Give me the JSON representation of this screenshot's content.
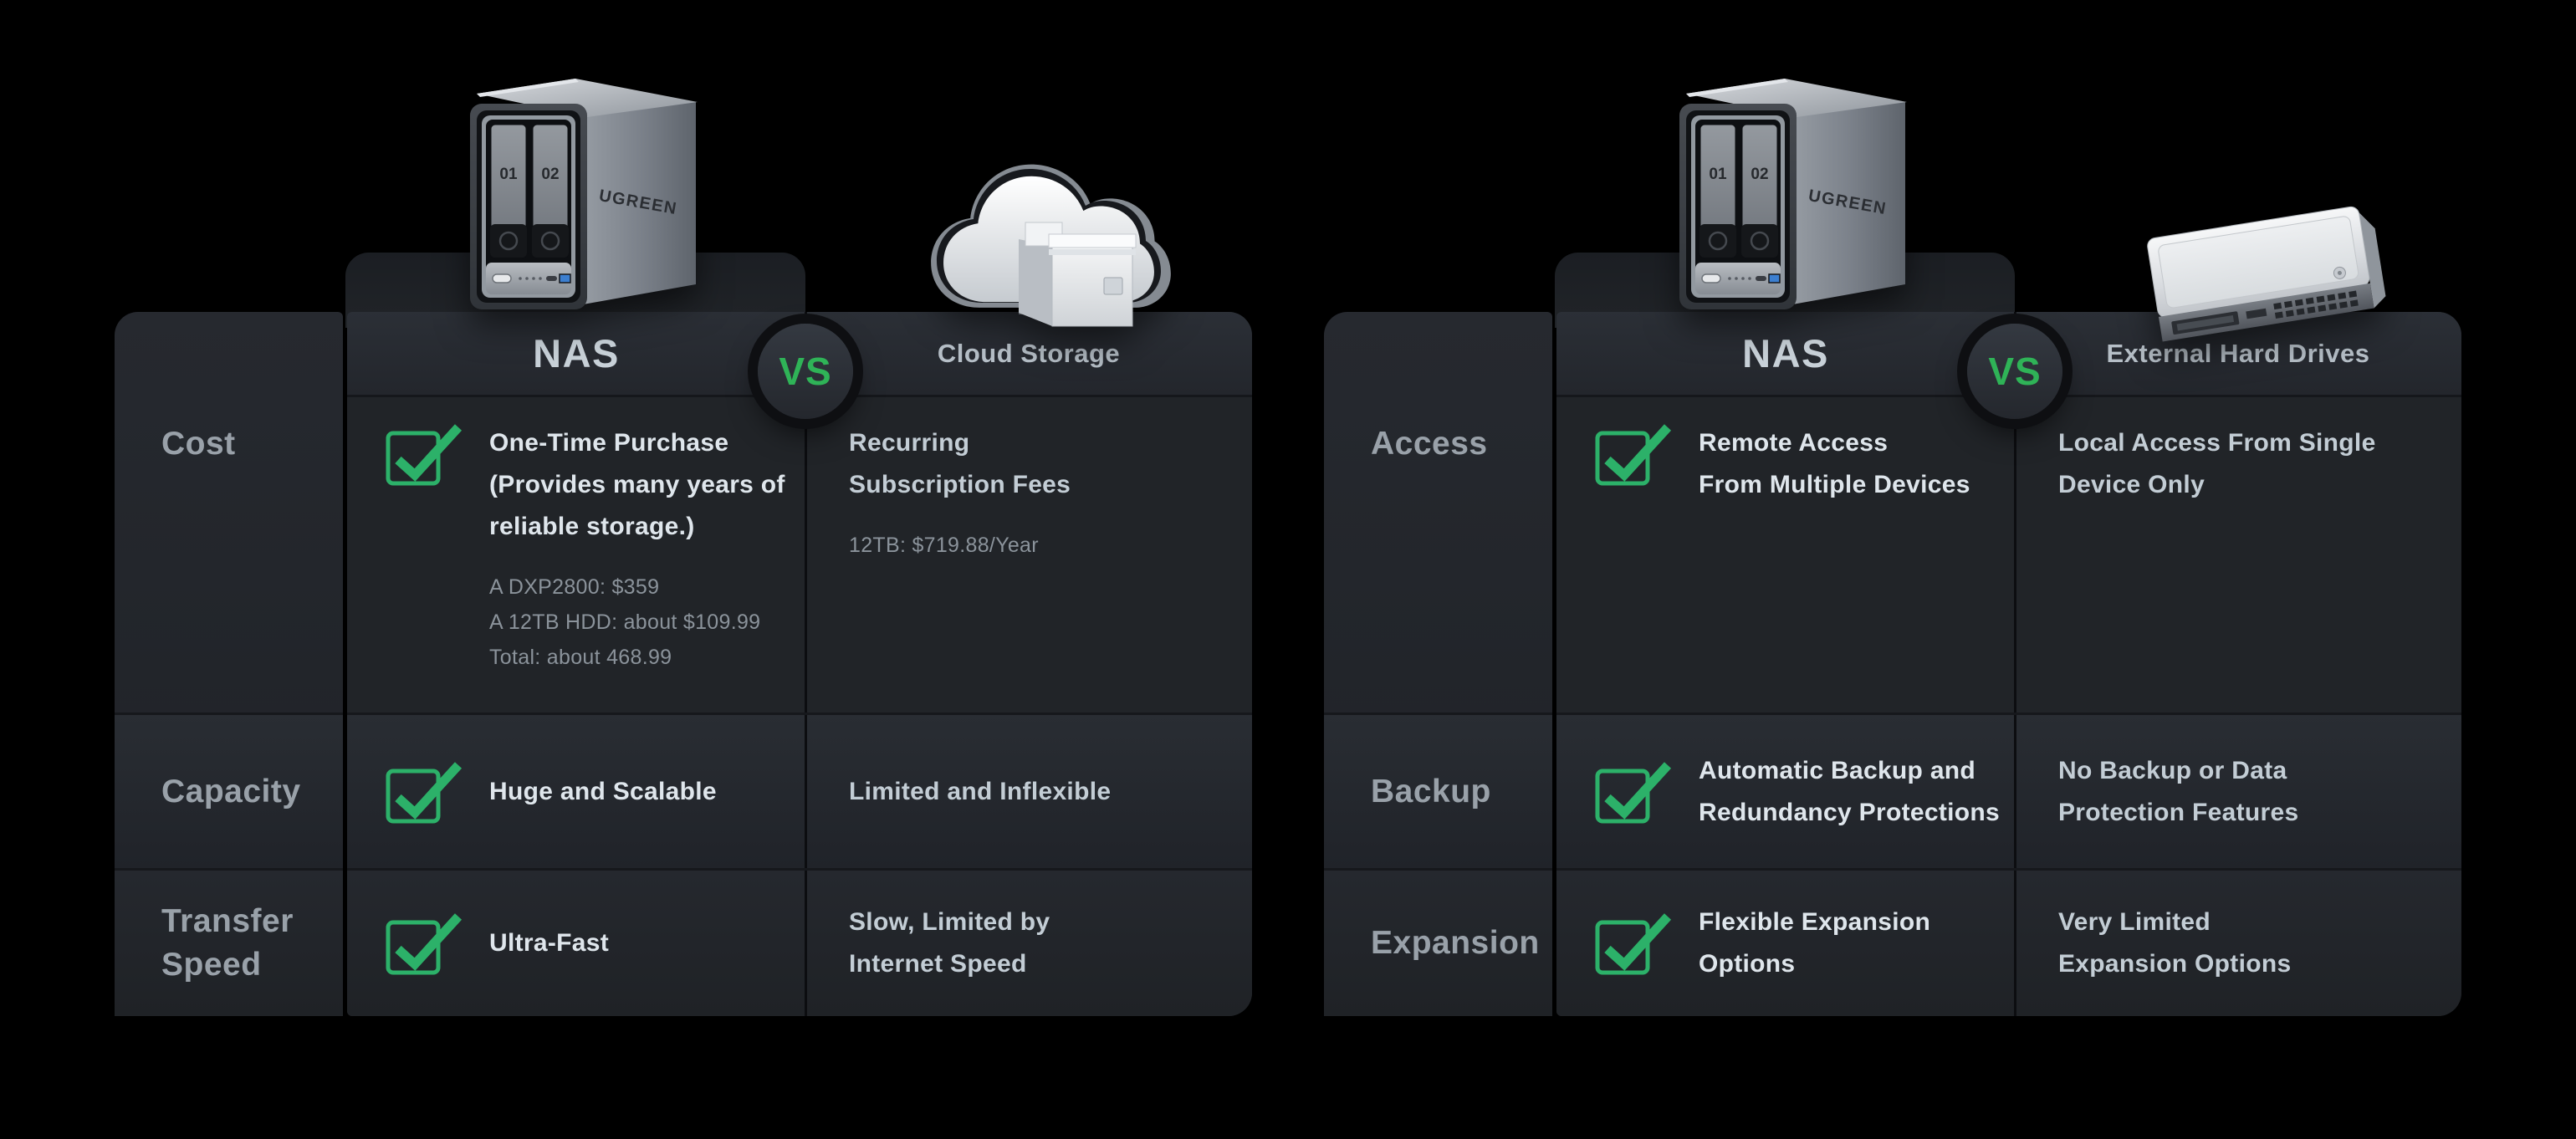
{
  "page": {
    "background": "#000000"
  },
  "colors": {
    "accent_green": "#2fb357",
    "check_green": "#2cb169",
    "card_bg": "#212428",
    "header_band_bg": "#2a2e34",
    "label_text": "#99a1a9",
    "nas_title_text": "#dfe6ec",
    "other_title_text": "#c3cdd5",
    "details_text": "#8b939b"
  },
  "device": {
    "bay1": "01",
    "bay2": "02",
    "brand": "UGREEN"
  },
  "tables": [
    {
      "header": {
        "nas_title": "NAS",
        "vs_label": "VS",
        "competitor_title": "Cloud Storage"
      },
      "competitor_image": "cloud-storage",
      "rows": [
        {
          "label": "Cost",
          "nas_title": "One-Time Purchase\n(Provides many years of\nreliable storage.)",
          "nas_details": "A DXP2800: $359\nA 12TB HDD: about $109.99\nTotal: about 468.99",
          "other_title": "Recurring\nSubscription Fees",
          "other_details": "12TB: $719.88/Year"
        },
        {
          "label": "Capacity",
          "nas_title": "Huge and Scalable",
          "other_title": "Limited and Inflexible"
        },
        {
          "label": "Transfer\nSpeed",
          "nas_title": "Ultra-Fast",
          "other_title": "Slow, Limited by\nInternet Speed"
        }
      ]
    },
    {
      "header": {
        "nas_title": "NAS",
        "vs_label": "VS",
        "competitor_title": "External Hard Drives"
      },
      "competitor_image": "external-hard-drive",
      "rows": [
        {
          "label": "Access",
          "nas_title": "Remote Access\nFrom Multiple Devices",
          "other_title": "Local Access From Single\nDevice Only"
        },
        {
          "label": "Backup",
          "nas_title": "Automatic Backup and\nRedundancy Protections",
          "other_title": "No Backup or Data\nProtection Features"
        },
        {
          "label": "Expansion",
          "nas_title": "Flexible Expansion\nOptions",
          "other_title": "Very Limited\nExpansion Options"
        }
      ]
    }
  ]
}
